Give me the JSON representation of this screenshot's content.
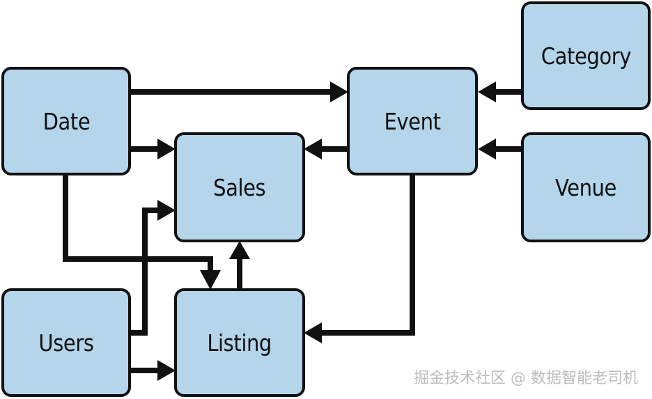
{
  "nodes": {
    "date": "Date",
    "sales": "Sales",
    "event": "Event",
    "category": "Category",
    "venue": "Venue",
    "users": "Users",
    "listing": "Listing"
  },
  "watermark": "掘金技术社区 @ 数据智能老司机",
  "colors": {
    "node_fill": "#b4d5ea",
    "stroke": "#111111"
  }
}
